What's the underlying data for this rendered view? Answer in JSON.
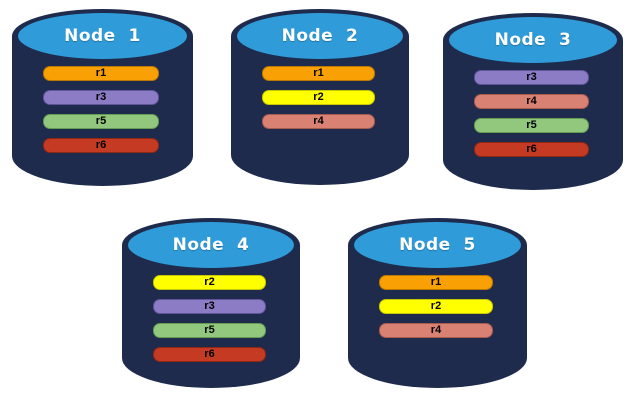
{
  "diagram": {
    "description": "Five database nodes each storing a subset of replicas r1-r6",
    "nodes": [
      {
        "id": "node-1",
        "title": "Node  1",
        "replicas": [
          "r1",
          "r3",
          "r5",
          "r6"
        ]
      },
      {
        "id": "node-2",
        "title": "Node  2",
        "replicas": [
          "r1",
          "r2",
          "r4"
        ]
      },
      {
        "id": "node-3",
        "title": "Node  3",
        "replicas": [
          "r3",
          "r4",
          "r5",
          "r6"
        ]
      },
      {
        "id": "node-4",
        "title": "Node  4",
        "replicas": [
          "r2",
          "r3",
          "r5",
          "r6"
        ]
      },
      {
        "id": "node-5",
        "title": "Node  5",
        "replicas": [
          "r1",
          "r2",
          "r4"
        ]
      }
    ]
  },
  "colors": {
    "background": "#FFFFFF",
    "cylinder_body": "#1E2B4D",
    "cylinder_top": "#2F9CD9",
    "node_title_text": "#FFFFFF",
    "replica_text": "#000000",
    "replicas": {
      "r1": {
        "bg": "#F9A005",
        "border": "#BA7800"
      },
      "r2": {
        "bg": "#FFFF00",
        "border": "#C8C800"
      },
      "r3": {
        "bg": "#8B7CC5",
        "border": "#60539B"
      },
      "r4": {
        "bg": "#D98173",
        "border": "#A85A4E"
      },
      "r5": {
        "bg": "#92C87E",
        "border": "#649D52"
      },
      "r6": {
        "bg": "#C43A22",
        "border": "#8E2714"
      }
    }
  }
}
